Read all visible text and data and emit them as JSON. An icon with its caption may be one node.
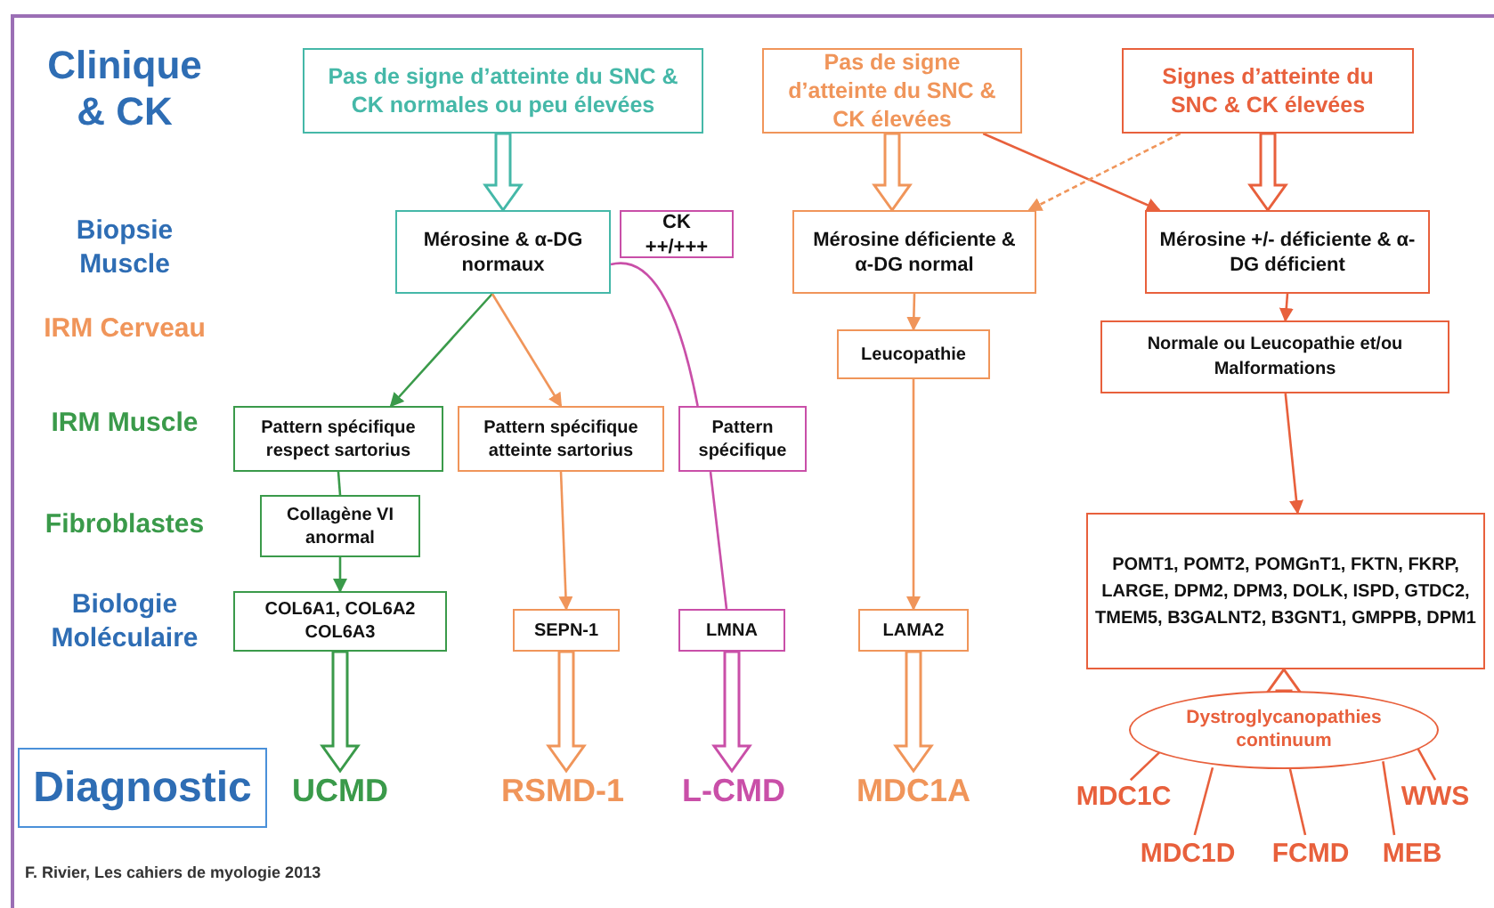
{
  "diagram": {
    "nodes": [
      {
        "text": [
          "Pas de signe d’atteinte du SNC & CK normales ou peu élevées"
        ]
      },
      {
        "text": [
          "Pas de signe d’atteinte du SNC & CK élevées"
        ]
      },
      {
        "text": [
          "Signes d’atteinte du SNC & CK élevées"
        ]
      },
      {
        "text": [
          "Mérosine & α-DG normaux"
        ]
      },
      {
        "text": [
          "CK ++/+++"
        ]
      },
      {
        "text": [
          "Mérosine déficiente & α-DG normal"
        ]
      },
      {
        "text": [
          "Mérosine +/- déficiente & α-DG déficient"
        ]
      },
      {
        "text": [
          "Leucopathie"
        ]
      },
      {
        "text": [
          "Normale ou Leucopathie et/ou Malformations"
        ]
      },
      {
        "text": [
          "Pattern spécifique respect sartorius"
        ]
      },
      {
        "text": [
          "Pattern spécifique atteinte sartorius"
        ]
      },
      {
        "text": [
          "Pattern spécifique"
        ]
      },
      {
        "text": [
          "Collagène VI anormal"
        ]
      },
      {
        "text": [
          "COL6A1, COL6A2 COL6A3"
        ]
      },
      {
        "text": [
          "SEPN-1"
        ]
      },
      {
        "text": [
          "LMNA"
        ]
      },
      {
        "text": [
          "LAMA2"
        ]
      },
      {
        "text": [
          "POMT1, POMT2, POMGnT1, FKTN, FKRP, LARGE, DPM2, DPM3, DOLK, ISPD, GTDC2, TMEM5, B3GALNT2, B3GNT1, GMPPB, DPM1"
        ]
      },
      {
        "text": [
          "Dystroglycanopathies continuum"
        ]
      },
      {
        "text": [
          "Diagnostic"
        ]
      },
      {
        "text": [
          "UCMD"
        ]
      },
      {
        "text": [
          "RSMD-1"
        ]
      },
      {
        "text": [
          "L-CMD"
        ]
      },
      {
        "text": [
          "MDC1A"
        ]
      },
      {
        "text": [
          "MDC1C"
        ]
      },
      {
        "text": [
          "MDC1D"
        ]
      },
      {
        "text": [
          "FCMD"
        ]
      },
      {
        "text": [
          "MEB"
        ]
      },
      {
        "text": [
          "WWS"
        ]
      }
    ],
    "edges": [
      {
        "from": 0,
        "to": 3,
        "arrow": "to",
        "style": "thick",
        "color": "#45b8a8"
      },
      {
        "from": 1,
        "to": 5,
        "arrow": "to",
        "style": "thick",
        "color": "#f0955a"
      },
      {
        "from": 2,
        "to": 6,
        "arrow": "to",
        "style": "thick",
        "color": "#e8603c"
      },
      {
        "from": 1,
        "to": 6,
        "arrow": "to",
        "color": "#e8603c"
      },
      {
        "from": 2,
        "to": 5,
        "arrow": "to",
        "style": "dashed",
        "color": "#f0955a"
      },
      {
        "from": 3,
        "to": 9,
        "arrow": "to",
        "color": "#3a9a4a"
      },
      {
        "from": 3,
        "to": 10,
        "arrow": "to",
        "color": "#f0955a"
      },
      {
        "from": 3,
        "to": 11,
        "arrow": "none",
        "color": "#c94fa8"
      },
      {
        "from": 11,
        "to": 15,
        "arrow": "none",
        "color": "#c94fa8"
      },
      {
        "from": 5,
        "to": 7,
        "arrow": "to",
        "color": "#f0955a"
      },
      {
        "from": 7,
        "to": 16,
        "arrow": "to",
        "color": "#f0955a"
      },
      {
        "from": 6,
        "to": 8,
        "arrow": "to",
        "color": "#e8603c"
      },
      {
        "from": 8,
        "to": 17,
        "arrow": "to",
        "color": "#e8603c"
      },
      {
        "from": 9,
        "to": 12,
        "arrow": "none",
        "color": "#3a9a4a"
      },
      {
        "from": 12,
        "to": 13,
        "arrow": "to",
        "color": "#3a9a4a"
      },
      {
        "from": 10,
        "to": 14,
        "arrow": "to",
        "color": "#f0955a"
      },
      {
        "from": 13,
        "to": 20,
        "arrow": "to",
        "style": "thick",
        "color": "#3a9a4a"
      },
      {
        "from": 14,
        "to": 21,
        "arrow": "to",
        "style": "thick",
        "color": "#f0955a"
      },
      {
        "from": 15,
        "to": 22,
        "arrow": "to",
        "style": "thick",
        "color": "#c94fa8"
      },
      {
        "from": 16,
        "to": 23,
        "arrow": "to",
        "style": "thick",
        "color": "#f0955a"
      },
      {
        "from": 18,
        "to": 17,
        "arrow": "to",
        "style": "thick",
        "color": "#e8603c"
      },
      {
        "from": 18,
        "to": 24,
        "arrow": "none",
        "color": "#e8603c"
      },
      {
        "from": 18,
        "to": 25,
        "arrow": "none",
        "color": "#e8603c"
      },
      {
        "from": 18,
        "to": 26,
        "arrow": "none",
        "color": "#e8603c"
      },
      {
        "from": 18,
        "to": 27,
        "arrow": "none",
        "color": "#e8603c"
      },
      {
        "from": 18,
        "to": 28,
        "arrow": "none",
        "color": "#e8603c"
      }
    ],
    "labels": [
      "Clinique & CK",
      "Biopsie Muscle",
      "IRM Cerveau",
      "IRM Muscle",
      "Fibroblastes",
      "Biologie Moléculaire",
      "F. Rivier, Les cahiers de myologie 2013"
    ]
  }
}
